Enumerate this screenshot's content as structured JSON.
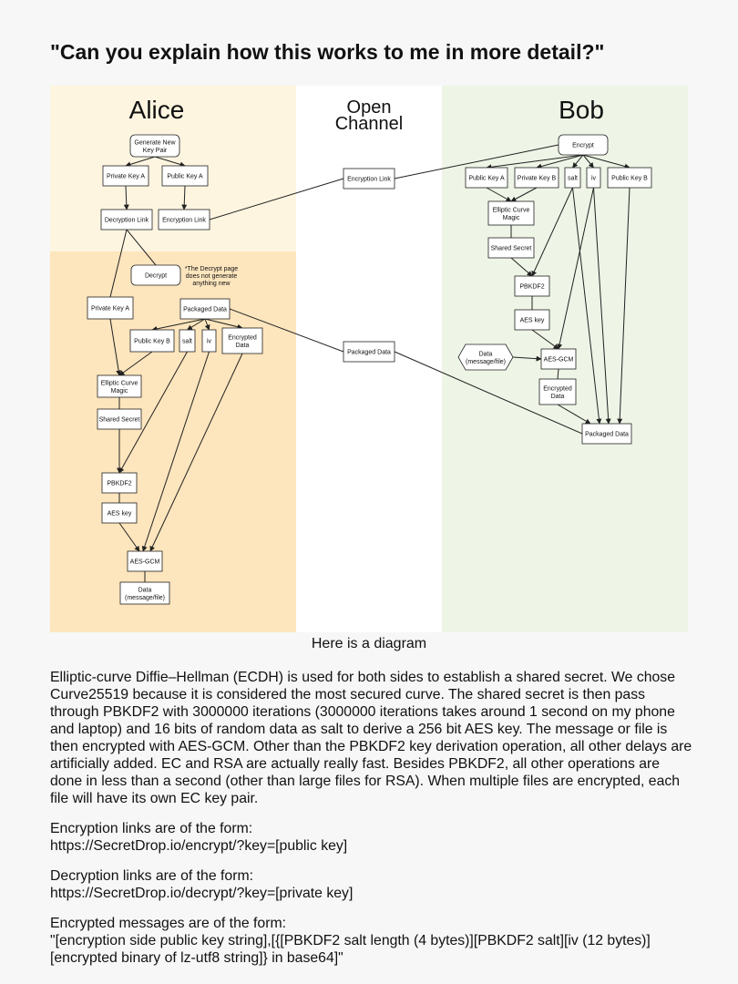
{
  "page": {
    "title": "\"Can you explain how this works to me in more detail?\"",
    "caption": "Here is a diagram"
  },
  "diagram": {
    "columns": {
      "alice": "Alice",
      "open_line1": "Open",
      "open_line2": "Channel",
      "bob": "Bob"
    },
    "colors": {
      "alice_top": "#fdf5e0",
      "alice_bottom": "#fde5bd",
      "open": "#ffffff",
      "bob": "#eef5e6",
      "box_stroke": "#222222",
      "box_fill": "#ffffff"
    },
    "alice": {
      "generate": [
        "Generate New",
        "Key Pair"
      ],
      "private_key_a": "Private Key A",
      "public_key_a": "Public Key A",
      "decryption_link": "Decryption Link",
      "encryption_link": "Encryption Link",
      "decrypt": "Decrypt",
      "note": [
        "*The Decrypt page",
        "does not generate",
        "anything new"
      ],
      "private_key_a2": "Private Key A",
      "packaged_data": "Packaged Data",
      "public_key_b": "Public Key B",
      "salt": "salt",
      "iv": "iv",
      "encrypted_data": [
        "Encrypted",
        "Data"
      ],
      "ec_magic": [
        "Elliptic Curve",
        "Magic"
      ],
      "shared_secret": "Shared Secret",
      "pbkdf2": "PBKDF2",
      "aes_key": "AES key",
      "aes_gcm": "AES-GCM",
      "data_out": [
        "Data",
        "(message/file)"
      ]
    },
    "open": {
      "encryption_link": "Encryption Link",
      "packaged_data": "Packaged Data"
    },
    "bob": {
      "encrypt": "Encrypt",
      "public_key_a": "Public Key A",
      "private_key_b": "Private Key B",
      "salt": "salt",
      "iv": "iv",
      "public_key_b": "Public Key B",
      "ec_magic": [
        "Elliptic Curve",
        "Magic"
      ],
      "shared_secret": "Shared Secret",
      "pbkdf2": "PBKDF2",
      "aes_key": "AES key",
      "data_in": [
        "Data",
        "(message/file)"
      ],
      "aes_gcm": "AES-GCM",
      "encrypted_data": [
        "Encrypted",
        "Data"
      ],
      "packaged_data": "Packaged Data"
    }
  },
  "text": {
    "para1": [
      "Elliptic-curve Diffie–Hellman (ECDH) is used for both sides to establish a shared secret. We chose",
      "Curve25519 because it is considered the most secured curve. The shared secret is then pass",
      "through PBKDF2 with 3000000 iterations (3000000 iterations takes around 1 second on my phone",
      "and laptop) and 16 bits of random data as salt to derive a 256 bit AES key. The message or file is",
      "then encrypted with AES-GCM. Other than the PBKDF2 key derivation operation, all other delays are",
      "artificially added. EC and RSA are actually really fast. Besides PBKDF2, all other operations are",
      "done in less than a second (other than large files for RSA). When multiple files are encrypted, each",
      "file will have its own EC key pair."
    ],
    "para2": [
      "Encryption links are of the form:",
      "https://SecretDrop.io/encrypt/?key=[public key]"
    ],
    "para3": [
      "Decryption links are of the form:",
      "https://SecretDrop.io/decrypt/?key=[private key]"
    ],
    "para4": [
      "Encrypted messages are of the form:",
      "\"[encryption side public key string],[{[PBKDF2 salt length (4 bytes)][PBKDF2 salt][iv (12 bytes)]",
      "[encrypted binary of lz-utf8 string]} in base64]\""
    ]
  }
}
